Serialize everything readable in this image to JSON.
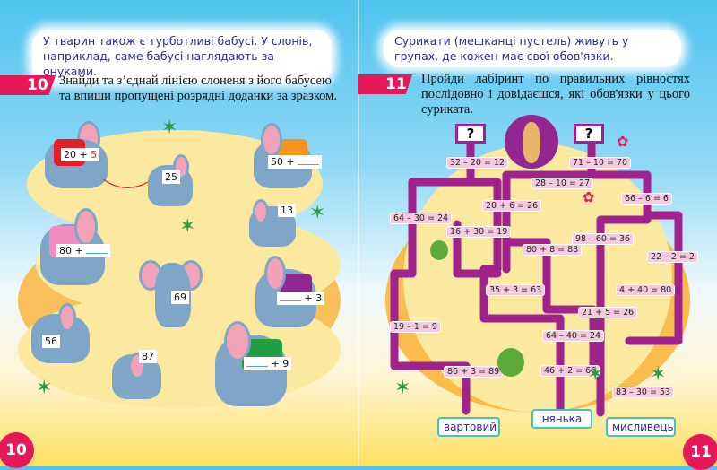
{
  "left_page": {
    "bubble_text": "У тварин також є турботливі бабусі. У слонів, наприклад, саме бабусі наглядають за онуками.",
    "task_number": "10",
    "instruction": "Знайди та з’єднай лінією слоненя з його бабусею та впиши пропущені розрядні доданки за зразком.",
    "elephants": [
      {
        "kind": "grandma",
        "text": "20 + ",
        "answer": "5",
        "saddle": "#e31e24"
      },
      {
        "kind": "baby",
        "text": "25"
      },
      {
        "kind": "grandma",
        "text": "50 + ",
        "saddle": "#f7941d"
      },
      {
        "kind": "baby",
        "text": "13"
      },
      {
        "kind": "grandma",
        "text": "80 + ",
        "saddle": "#f08cbf"
      },
      {
        "kind": "baby",
        "text": "69"
      },
      {
        "kind": "grandma",
        "text": " + 3",
        "saddle": "#93278f"
      },
      {
        "kind": "baby",
        "text": "56"
      },
      {
        "kind": "baby",
        "text": "87"
      },
      {
        "kind": "grandma",
        "text": " + 9",
        "saddle": "#1fa045"
      }
    ],
    "page_number": "10"
  },
  "right_page": {
    "bubble_text": "Сурикати (мешканці пустель) живуть у групах, де кожен має свої обов'язки.",
    "task_number": "11",
    "instruction": "Пройди лабіринт по правильних рівностях послідовно і довідаєшся, які обов'язки у цього суриката.",
    "question_marks": [
      "?",
      "?"
    ],
    "equations": [
      "32 – 20 = 12",
      "71 – 10 = 70",
      "28 – 10 = 27",
      "66 – 6 = 6",
      "20 + 6 = 26",
      "64 – 30 = 24",
      "16 + 30 = 19",
      "98 – 60 = 36",
      "80 + 8 = 88",
      "22 – 2 = 2",
      "35 + 3 = 63",
      "4 + 40 = 80",
      "21 + 5 = 26",
      "19 – 1 = 9",
      "64 – 40 = 24",
      "86 + 3 = 89",
      "46 + 2 = 66",
      "83 – 30 = 53"
    ],
    "answers": [
      "вартовий",
      "нянька",
      "мисливець"
    ],
    "page_number": "11"
  },
  "colors": {
    "accent": "#e4195a",
    "maze": "#a0228c",
    "sky": "#4fc3ef",
    "sand": "#fce9a0"
  }
}
